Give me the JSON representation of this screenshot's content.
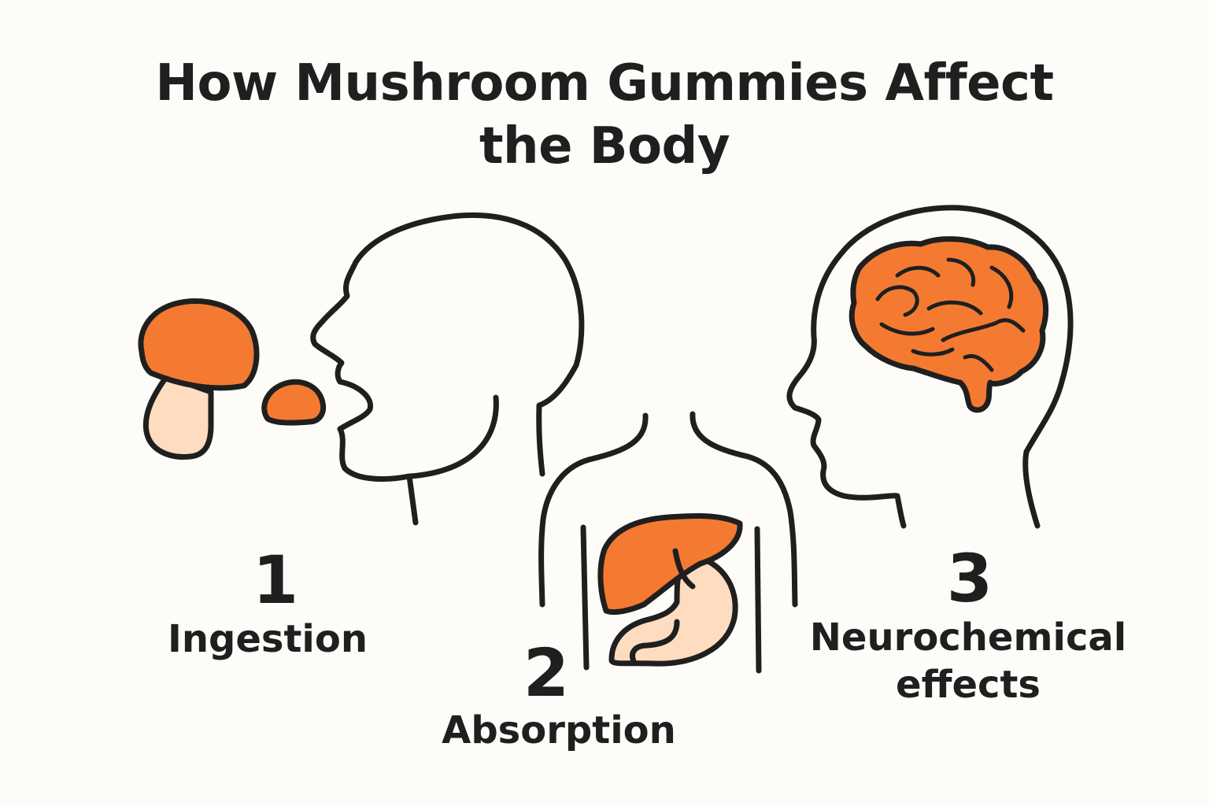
{
  "title": {
    "line1": "How Mushroom Gummies Affect",
    "line2": "the Body"
  },
  "colors": {
    "accent_orange": "#f47a32",
    "light_peach": "#fddcbf",
    "outline": "#1f1f1f",
    "background": "#fdfcf8"
  },
  "steps": [
    {
      "number": "1",
      "label_line1": "Ingestion",
      "label_line2": "",
      "icon": "mushroom-to-head-icon"
    },
    {
      "number": "2",
      "label_line1": "Absorption",
      "label_line2": "",
      "icon": "torso-liver-stomach-icon"
    },
    {
      "number": "3",
      "label_line1": "Neurochemical",
      "label_line2": "effects",
      "icon": "head-brain-icon"
    }
  ]
}
